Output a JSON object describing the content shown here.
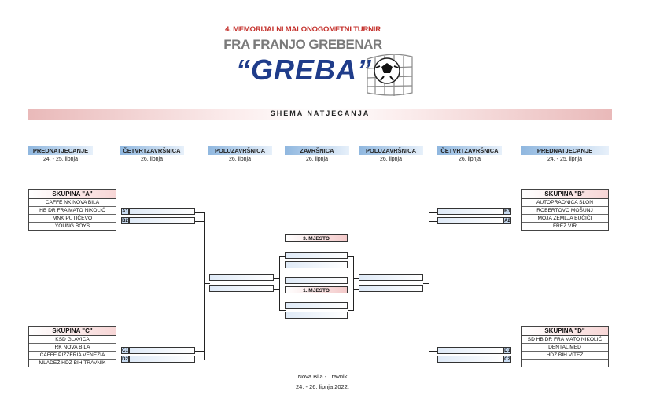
{
  "header": {
    "line1": "4. MEMORIJALNI MALONOGOMETNI TURNIR",
    "line2": "FRA FRANJO GREBENAR",
    "line3": "“GREBA”"
  },
  "banner": "SHEMA NATJECANJA",
  "rounds": [
    {
      "title": "PREDNATJECANJE",
      "date": "24. - 25. lipnja"
    },
    {
      "title": "ČETVRTZAVRŠNICA",
      "date": "26. lipnja"
    },
    {
      "title": "POLUZAVRŠNICA",
      "date": "26. lipnja"
    },
    {
      "title": "ZAVRŠNICA",
      "date": "26. lipnja"
    },
    {
      "title": "POLUZAVRŠNICA",
      "date": "26. lipnja"
    },
    {
      "title": "ČETVRTZAVRŠNICA",
      "date": "26. lipnja"
    },
    {
      "title": "PREDNATJECANJE",
      "date": "24. - 25. lipnja"
    }
  ],
  "groups": {
    "a": {
      "title": "SKUPINA \"A\"",
      "teams": [
        "CAFFÉ NK NOVA BILA",
        "HB DR FRA MATO NIKOLIĆ",
        "MNK PUTIČEVO",
        "YOUNG BOYS"
      ]
    },
    "b": {
      "title": "SKUPINA \"B\"",
      "teams": [
        "AUTOPRAONICA SLON",
        "ROBERTOVO MOŠUNJ",
        "MOJA ZEMLJA BUČIĆI",
        "FREZ VIR"
      ]
    },
    "c": {
      "title": "SKUPINA \"C\"",
      "teams": [
        "KSD GLAVICA",
        "RK NOVA BILA",
        "CAFFE PIZZERIA VENEZIA",
        "MLADEŽ HDZ BIH TRAVNIK"
      ]
    },
    "d": {
      "title": "SKUPINA \"D\"",
      "teams": [
        "SD HB DR FRA MATO NIKOLIĆ",
        "DENTAL MED",
        "HDZ BIH VITEZ",
        ""
      ]
    }
  },
  "codes": {
    "left_top": [
      "A1",
      "B2"
    ],
    "left_bottom": [
      "C1",
      "D2"
    ],
    "right_top": [
      "B1",
      "A2"
    ],
    "right_bottom": [
      "D1",
      "C2"
    ]
  },
  "finals": {
    "third_place": "3. MJESTO",
    "first_place": "1. MJESTO"
  },
  "footer": {
    "location": "Nova Bila - Travnik",
    "dates": "24. - 26. lipnja 2022."
  }
}
